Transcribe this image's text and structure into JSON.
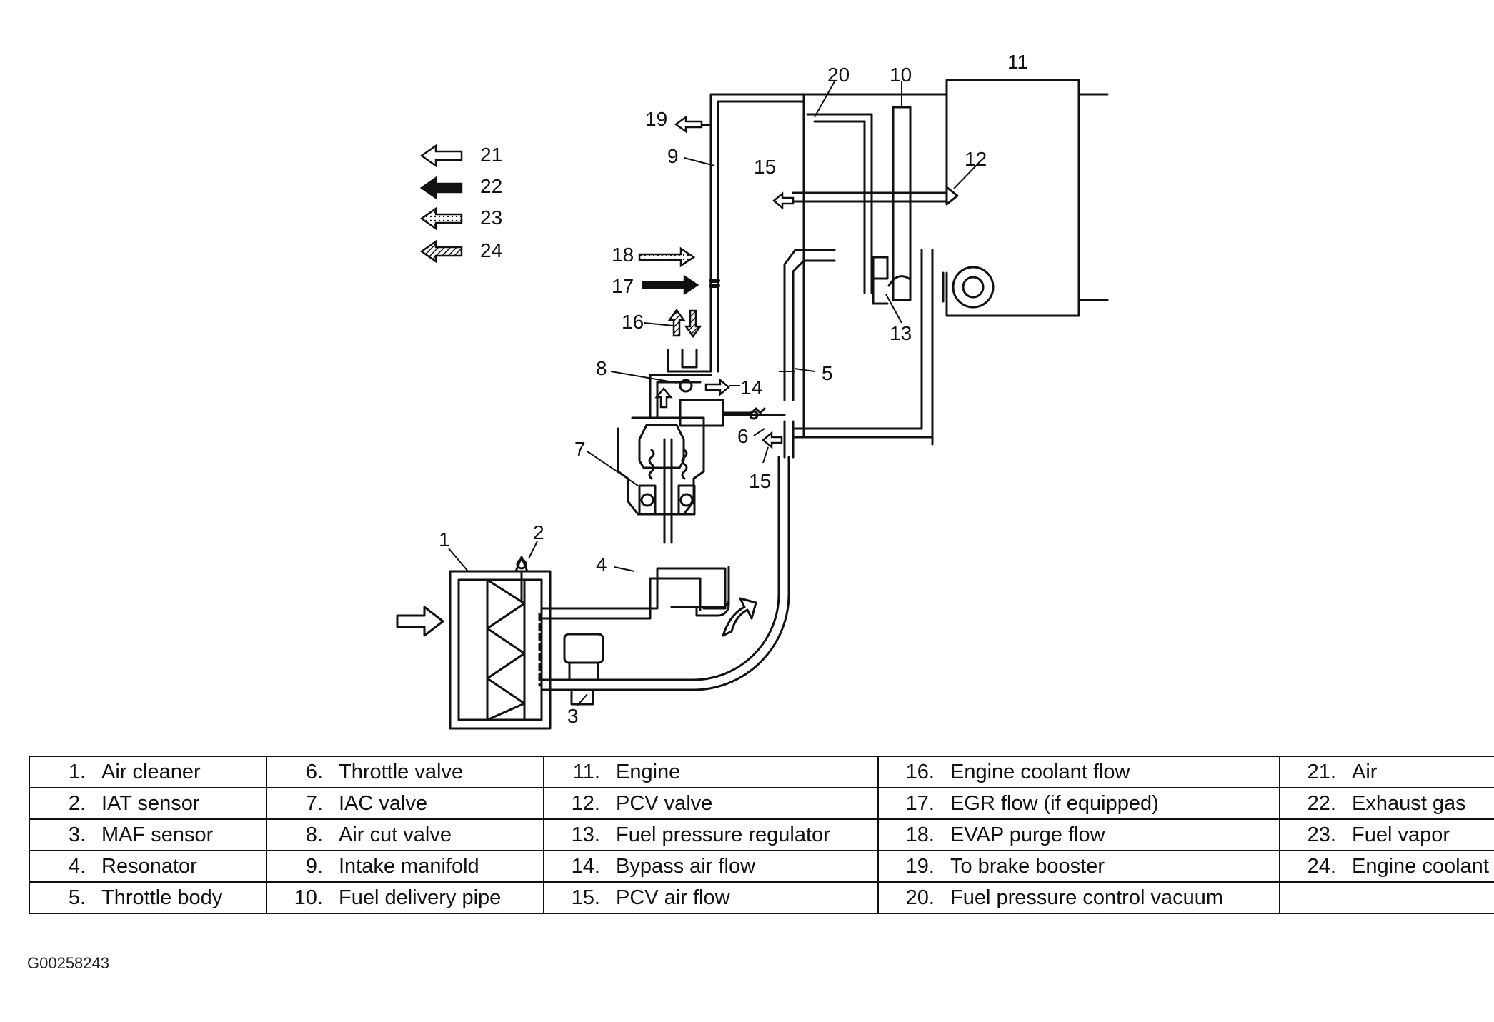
{
  "callouts": [
    "1",
    "2",
    "3",
    "4",
    "5",
    "6",
    "7",
    "8",
    "9",
    "10",
    "11",
    "12",
    "13",
    "14",
    "15",
    "16",
    "17",
    "18",
    "19",
    "20",
    "21",
    "22",
    "23",
    "24"
  ],
  "arrow_key": [
    {
      "number": "21",
      "style": "outline",
      "meaning": "Air"
    },
    {
      "number": "22",
      "style": "solid",
      "meaning": "Exhaust gas"
    },
    {
      "number": "23",
      "style": "dotted",
      "meaning": "Fuel vapor"
    },
    {
      "number": "24",
      "style": "hatched",
      "meaning": "Engine coolant"
    }
  ],
  "legend": [
    [
      {
        "num": "1.",
        "label": "Air cleaner"
      },
      {
        "num": "6.",
        "label": "Throttle valve"
      },
      {
        "num": "11.",
        "label": "Engine"
      },
      {
        "num": "16.",
        "label": "Engine coolant flow"
      },
      {
        "num": "21.",
        "label": "Air"
      }
    ],
    [
      {
        "num": "2.",
        "label": "IAT sensor"
      },
      {
        "num": "7.",
        "label": "IAC valve"
      },
      {
        "num": "12.",
        "label": "PCV valve"
      },
      {
        "num": "17.",
        "label": "EGR flow (if equipped)"
      },
      {
        "num": "22.",
        "label": "Exhaust gas"
      }
    ],
    [
      {
        "num": "3.",
        "label": "MAF sensor"
      },
      {
        "num": "8.",
        "label": "Air cut valve"
      },
      {
        "num": "13.",
        "label": "Fuel pressure regulator"
      },
      {
        "num": "18.",
        "label": "EVAP purge flow"
      },
      {
        "num": "23.",
        "label": "Fuel vapor"
      }
    ],
    [
      {
        "num": "4.",
        "label": "Resonator"
      },
      {
        "num": "9.",
        "label": "Intake manifold"
      },
      {
        "num": "14.",
        "label": "Bypass air flow"
      },
      {
        "num": "19.",
        "label": "To brake booster"
      },
      {
        "num": "24.",
        "label": "Engine coolant"
      }
    ],
    [
      {
        "num": "5.",
        "label": "Throttle body"
      },
      {
        "num": "10.",
        "label": "Fuel delivery pipe"
      },
      {
        "num": "15.",
        "label": "PCV air flow"
      },
      {
        "num": "20.",
        "label": "Fuel pressure control vacuum"
      },
      {
        "num": "",
        "label": ""
      }
    ]
  ],
  "figure_id": "G00258243",
  "colors": {
    "ink": "#111111",
    "background": "#ffffff"
  }
}
